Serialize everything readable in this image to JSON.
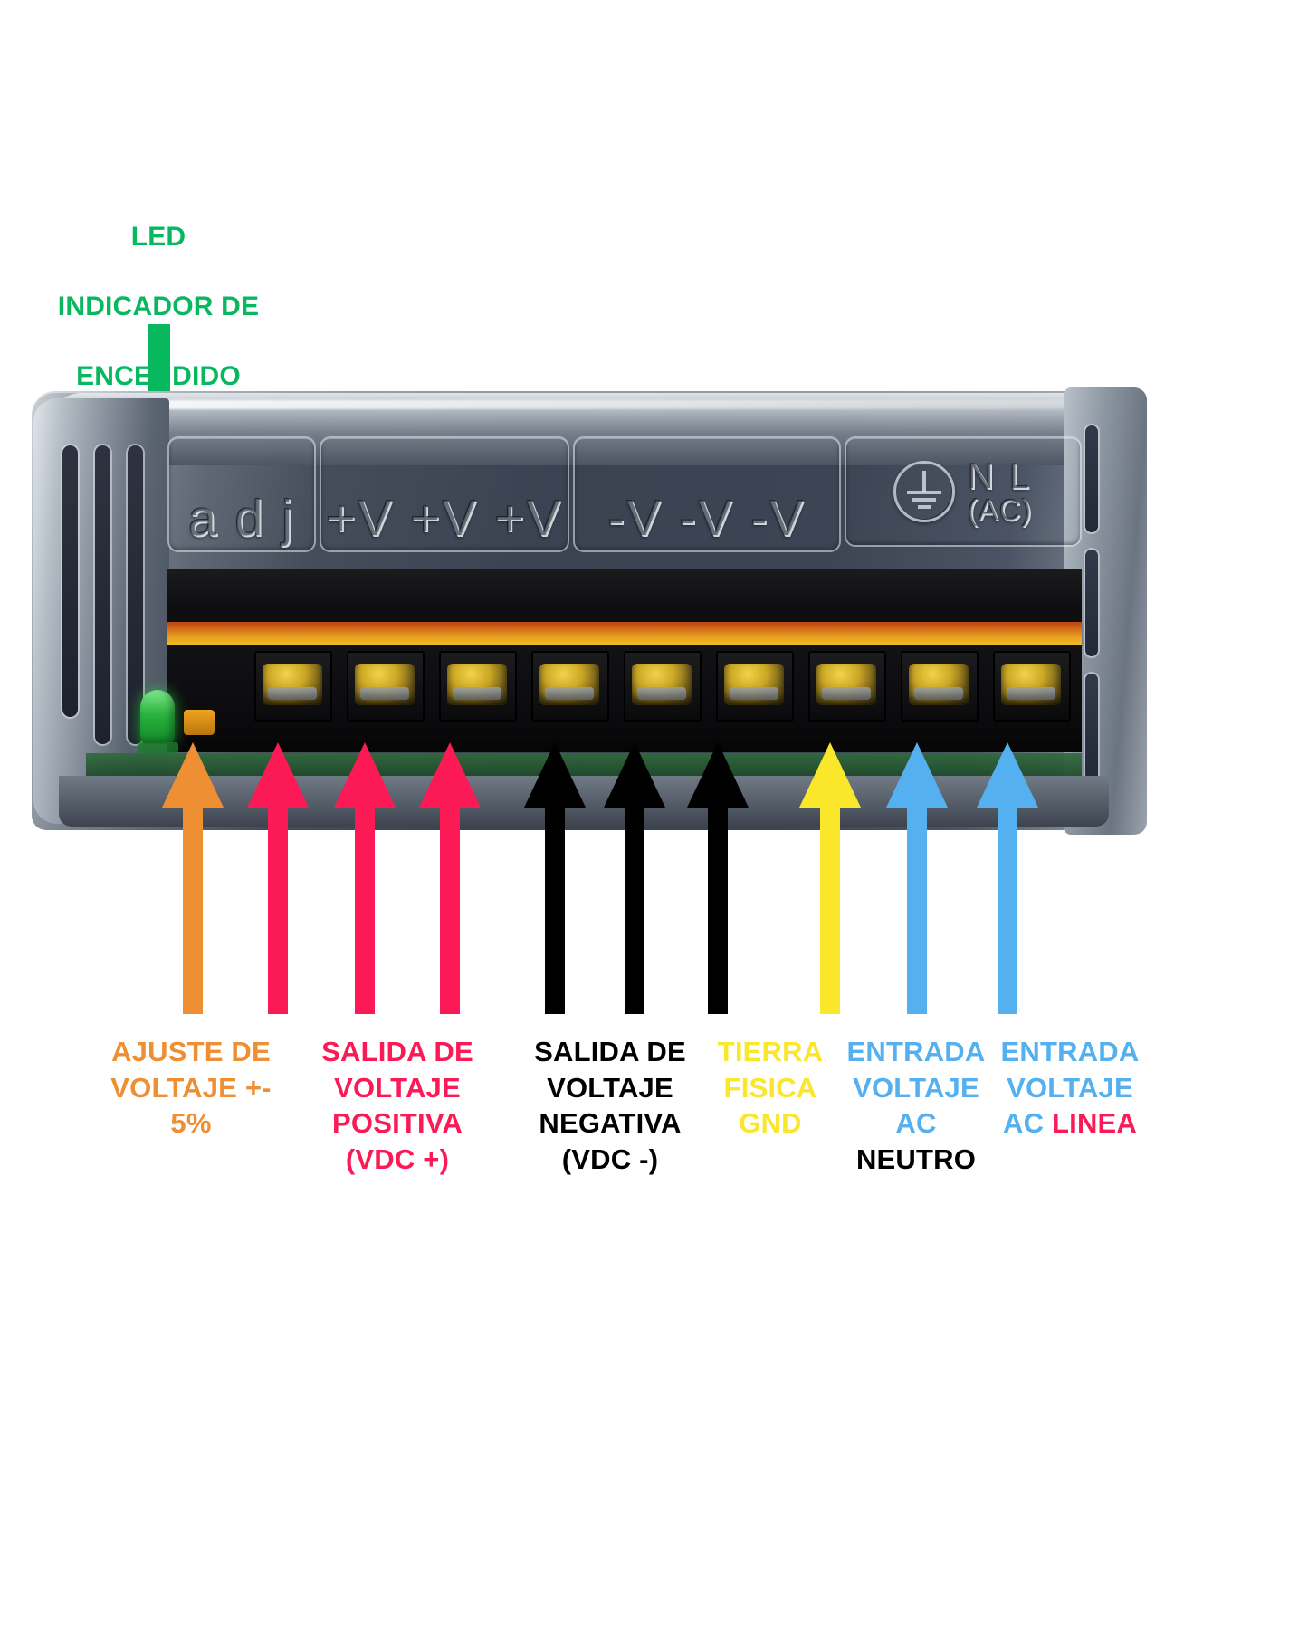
{
  "diagram": {
    "title_annotation": "LED INDICADOR DE ENCENDIDO",
    "device": "Fuente de poder conmutada (vista frontal de terminales)"
  },
  "colors": {
    "green": "#07b85f",
    "orange": "#ef8f34",
    "pink": "#fb1a55",
    "black": "#000000",
    "yellow": "#fae62b",
    "blue": "#54b0ef"
  },
  "top_annotation": {
    "line1": "LED",
    "line2": "INDICADOR DE",
    "line3": "ENCENDIDO",
    "color": "#07b85f",
    "arrow": "down-arrow-green"
  },
  "device_plate": {
    "segments": [
      {
        "name": "adj-plate",
        "text": "a d j"
      },
      {
        "name": "vplus-plate",
        "text": "+V +V +V"
      },
      {
        "name": "vminus-plate",
        "text": "-V -V -V"
      },
      {
        "name": "ac-plate",
        "symbol": "earth-ground-symbol",
        "text": "N  L",
        "sub": "(AC)"
      }
    ]
  },
  "terminals": {
    "count": 9
  },
  "callouts": [
    {
      "id": "adj",
      "color": "#ef8f34",
      "arrow": "up-arrow-orange",
      "lines": [
        "AJUSTE DE",
        "VOLTAJE +-",
        "5%"
      ],
      "extra_lines": []
    },
    {
      "id": "vplus",
      "color": "#fb1a55",
      "arrow": "up-arrow-pink",
      "lines": [
        "SALIDA DE",
        "VOLTAJE",
        "POSITIVA",
        "(VDC +)"
      ],
      "extra_lines": []
    },
    {
      "id": "vminus",
      "color": "#000000",
      "arrow": "up-arrow-black",
      "lines": [
        "SALIDA DE",
        "VOLTAJE",
        "NEGATIVA",
        "(VDC -)"
      ],
      "extra_lines": []
    },
    {
      "id": "gnd",
      "color": "#fae62b",
      "arrow": "up-arrow-yellow",
      "lines": [
        "TIERRA",
        "FISICA",
        "GND"
      ],
      "extra_lines": []
    },
    {
      "id": "ac-neutral",
      "color": "#54b0ef",
      "arrow": "up-arrow-blue",
      "lines": [
        "ENTRADA",
        "VOLTAJE",
        "AC"
      ],
      "extra_lines": [
        {
          "text": "NEUTRO",
          "color": "#000000"
        }
      ]
    },
    {
      "id": "ac-line",
      "color": "#54b0ef",
      "arrow": "up-arrow-blue",
      "lines": [
        "ENTRADA",
        "VOLTAJE",
        "AC"
      ],
      "extra_lines": [
        {
          "text": "LINEA",
          "color": "#fb1a55"
        }
      ]
    }
  ]
}
